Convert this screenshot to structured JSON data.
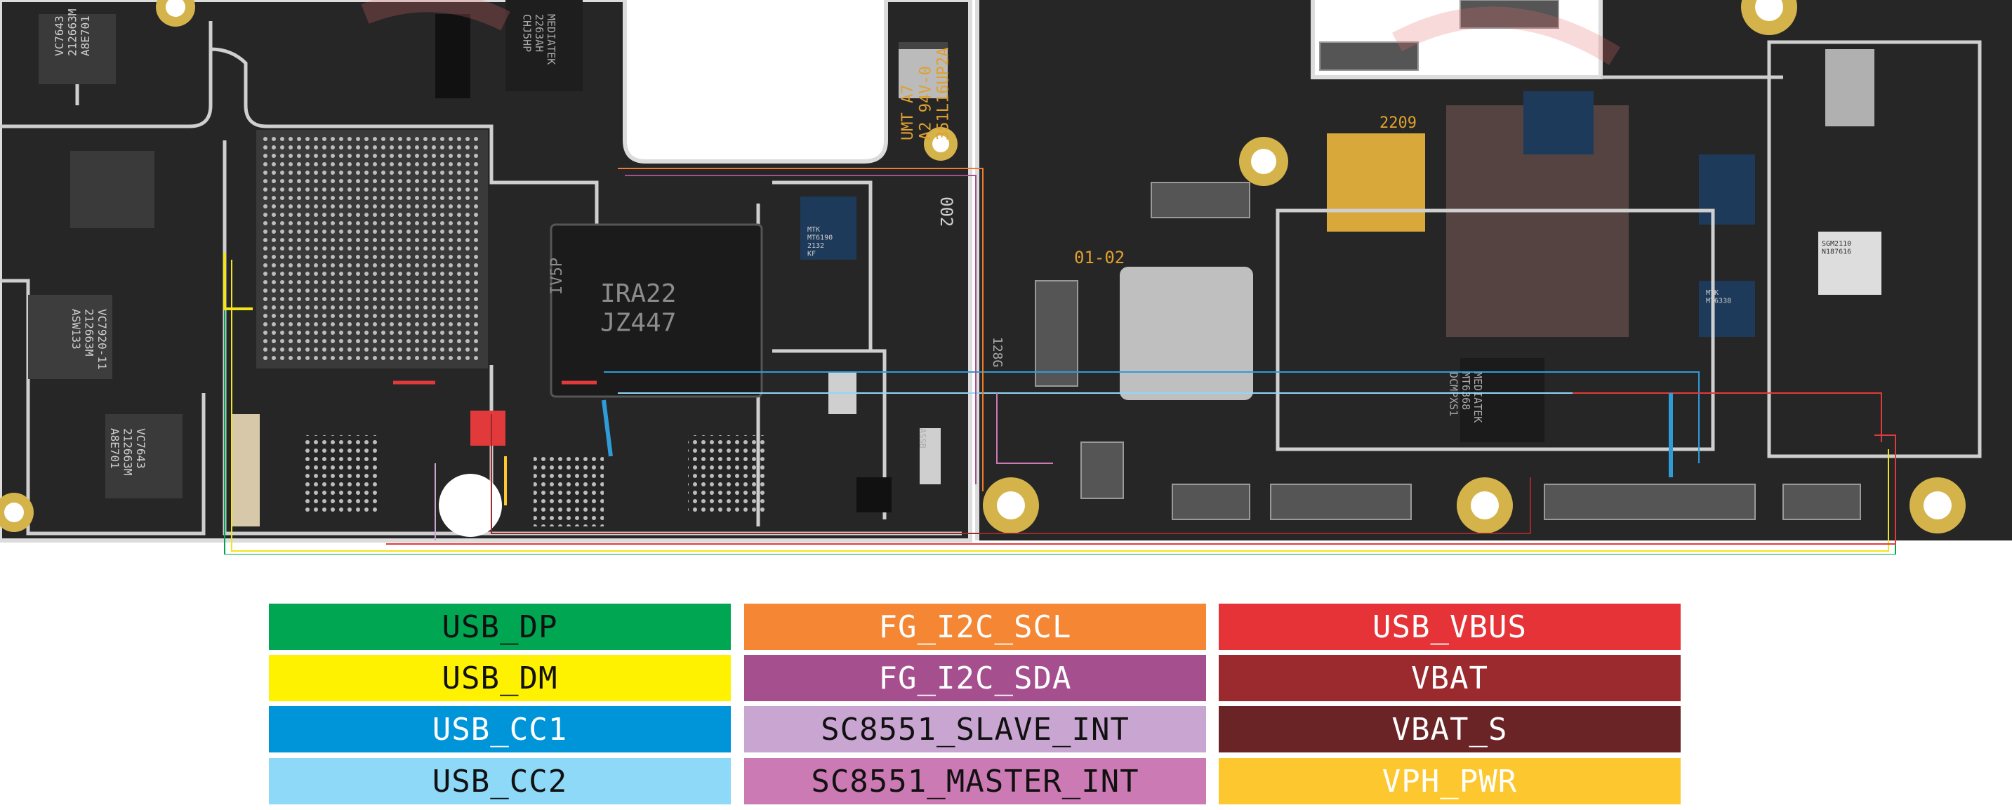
{
  "board": {
    "chip_labels": {
      "left_small_a": "VC7643\n212663M\nA8E701",
      "left_small_b": "VC7920-11\n212663M\nASW133",
      "left_small_c": "VC7643\n212663M\nA8E701",
      "mediatek_top": "MEDIATEK\n2263AH\nCHJ5HP",
      "micron": "IRA22\nJZ447",
      "small_mtk": "MTK\nMT6190\n2132\nKF",
      "mid_silk": "UMT A7\nA2 94V-0\n351L16UP2A",
      "silk_002": "002",
      "silk_0102": "01-02",
      "silk_2209": "2209",
      "silk_128g": "128G",
      "silk_iv5p": "IV5P",
      "mediatek_right": "MEDIATEK\nMT6368\nDCMPXS1",
      "silk_mtk_small": "MTK\nMT6338",
      "right_chip": "SGM2110\nN187616",
      "silk_bottom_left": "ASSB"
    },
    "colors": {
      "pcb": "#2a2a2a",
      "pcb_edge": "#e8e8e8",
      "pad_gold": "#d4b44a",
      "shield": "#bfbfbf",
      "trace_red": "#e23a3a",
      "trace_blue": "#2f9bd8",
      "trace_yellow": "#f3e519",
      "trace_green": "#00a64f",
      "trace_orange": "#f07c2a",
      "trace_purple": "#a4508e"
    }
  },
  "legend": {
    "col1": [
      {
        "label": "USB_DP",
        "bg": "#00a651",
        "fg": "#111111"
      },
      {
        "label": "USB_DM",
        "bg": "#fff200",
        "fg": "#111111"
      },
      {
        "label": "USB_CC1",
        "bg": "#0095d9",
        "fg": "#ffffff"
      },
      {
        "label": "USB_CC2",
        "bg": "#8ed8f8",
        "fg": "#111111"
      }
    ],
    "col2": [
      {
        "label": "FG_I2C_SCL",
        "bg": "#f48634",
        "fg": "#ffffff"
      },
      {
        "label": "FG_I2C_SDA",
        "bg": "#a54f8f",
        "fg": "#ffffff"
      },
      {
        "label": "SC8551_SLAVE_INT",
        "bg": "#c9a6d2",
        "fg": "#111111"
      },
      {
        "label": "SC8551_MASTER_INT",
        "bg": "#cc7ab4",
        "fg": "#111111"
      }
    ],
    "col3": [
      {
        "label": "USB_VBUS",
        "bg": "#e63338",
        "fg": "#ffffff"
      },
      {
        "label": "VBAT",
        "bg": "#9b2a2e",
        "fg": "#ffffff"
      },
      {
        "label": "VBAT_S",
        "bg": "#6b2426",
        "fg": "#ffffff"
      },
      {
        "label": "VPH_PWR",
        "bg": "#fdc82f",
        "fg": "#ffffff"
      }
    ]
  }
}
